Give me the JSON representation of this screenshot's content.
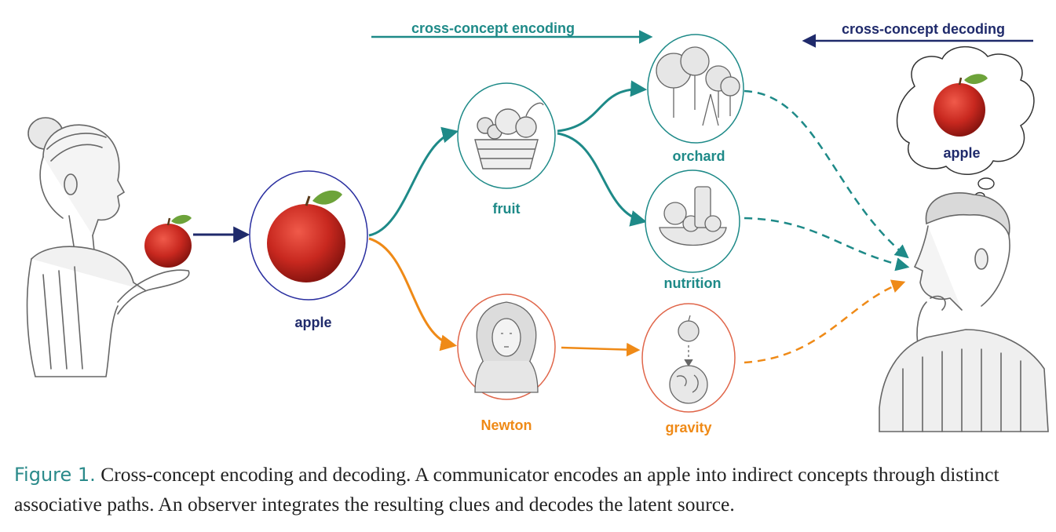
{
  "colors": {
    "navy": "#1f2a6b",
    "teal": "#1e8a88",
    "orange": "#ef8a17",
    "apple_red": "#c8281f",
    "leaf": "#6da33a",
    "sketch": "#666666"
  },
  "top_arrows": {
    "encoding": "cross-concept encoding",
    "decoding": "cross-concept decoding"
  },
  "nodes": {
    "apple": "apple",
    "fruit": "fruit",
    "orchard": "orchard",
    "nutrition": "nutrition",
    "newton": "Newton",
    "gravity": "gravity"
  },
  "thought_bubble": {
    "label": "apple"
  },
  "caption": {
    "figure": "Figure 1.",
    "text": "Cross-concept encoding and decoding. A communicator encodes an apple into indirect concepts through distinct associative paths. An observer integrates the resulting clues and decodes the latent source."
  }
}
